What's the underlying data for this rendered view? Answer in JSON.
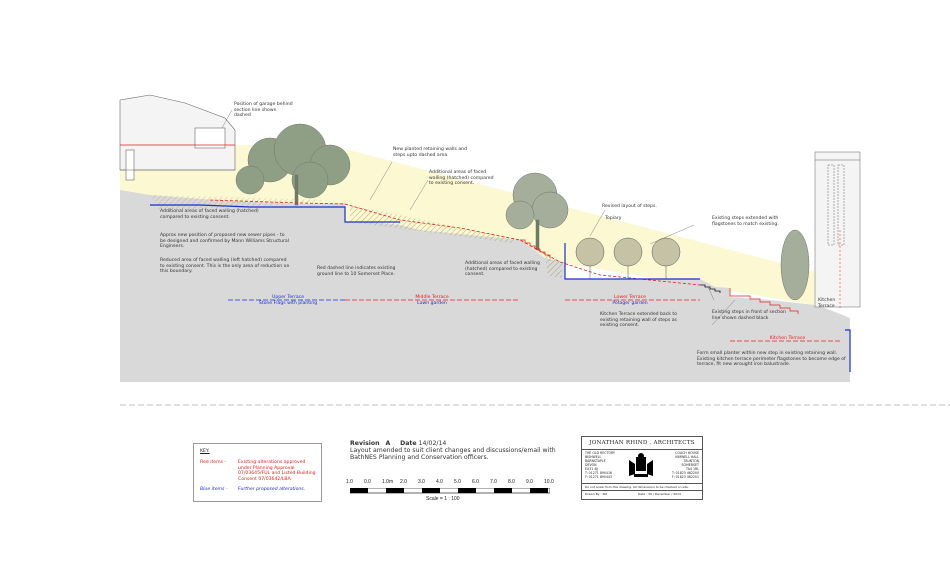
{
  "notes": {
    "garage": "Position of garage behind section line shown dashed",
    "new_planted": "New planted retaining walls and steps upto dashed area.",
    "additional_top": "Additional areas of faced walling (hatched) compared to existing consent.",
    "additional_left": "Additional areas of faced walling (hatched) compared to existing consent.",
    "sewer": "Approx new position of proposed new sewer pipes - to be designed and confirmed by Mann Williams Structural Engineers.",
    "reduced": "Reduced area of faced walling (left hatched) compared to existing consent. This is the only area of reduction on this boundary.",
    "red_dashed": "Red dashed line indicates existing ground line to 10 Somerset Place.",
    "additional_mid": "Additional areas of faced walling (hatched) compared to existing consent.",
    "revised_steps": "Revised layout of steps.",
    "topiary": "Topiary",
    "existing_steps": "Existing steps extended with flagstones to match existing.",
    "kitchen_extended": "Kitchen Terrace extended back to existing retaining wall of steps as existing consent.",
    "existing_front": "Existing steps in front of section line shown dashed black",
    "planter": "Form small planter within new step in existing retaining wall. Existing kitchen terrace perimeter flagstones to become edge of terrace, fit new wrought iron balustrade.",
    "kitchen_terrace_label": "Kitchen Terrace"
  },
  "terraces": {
    "upper": {
      "name": "Upper Terrace",
      "sub": "Stone Flags with planting"
    },
    "middle": {
      "name": "Middle Terrace",
      "sub": "Lawn garden"
    },
    "lower": {
      "name": "Lower Terrace",
      "sub": "Potager garden"
    },
    "kitchen": {
      "name": "Kitchen Terrace"
    }
  },
  "key": {
    "title": "KEY:",
    "red_label": "Red items -",
    "red_text": "Existing alterations approved under Planning Approval 07/03645/FUL and Listed Building Consent 07/03642/LBA.",
    "blue_label": "Blue items -",
    "blue_text": "Further proposed alterations."
  },
  "revision": {
    "rev_label": "Revision",
    "rev_letter": "A",
    "date_label": "Date",
    "date": "14/02/14",
    "text": "Layout amended to suit client changes and discussions/email with BathNES Planning and Conservation officers."
  },
  "scale": {
    "ticks": [
      "1.0",
      "0.0",
      "1.0m",
      "2.0",
      "3.0",
      "4.0",
      "5.0",
      "6.0",
      "7.0",
      "8.0",
      "9.0",
      "10.0"
    ],
    "label": "Scale = 1 : 100"
  },
  "title_block": {
    "firm": "JONATHAN RHIND . ARCHITECTS",
    "left_addr": [
      "THE OLD RECTORY",
      "BISHWELL",
      "BARNSTAPLE",
      "DEVON",
      "EX31 4JJ",
      "T: 01271 890416",
      "F: 01271 890443"
    ],
    "right_addr": [
      "COACH HOUSE",
      "KIMWELL HALL",
      "TAUNTON",
      "SOMERSET",
      "TA4 1RL",
      "T: 01823 462200",
      "F: 01823 462201"
    ],
    "note": "Do not scale from this drawing. All dimensions to be checked on site.",
    "drawn": "Drawn By : SM",
    "date": "Date : 30 / December / 2013"
  },
  "colors": {
    "sky": "#fbf8d2",
    "ground": "#d9d9d9",
    "red": "#e02020",
    "blue": "#1a2fd0",
    "tree": "#8f9f86"
  }
}
